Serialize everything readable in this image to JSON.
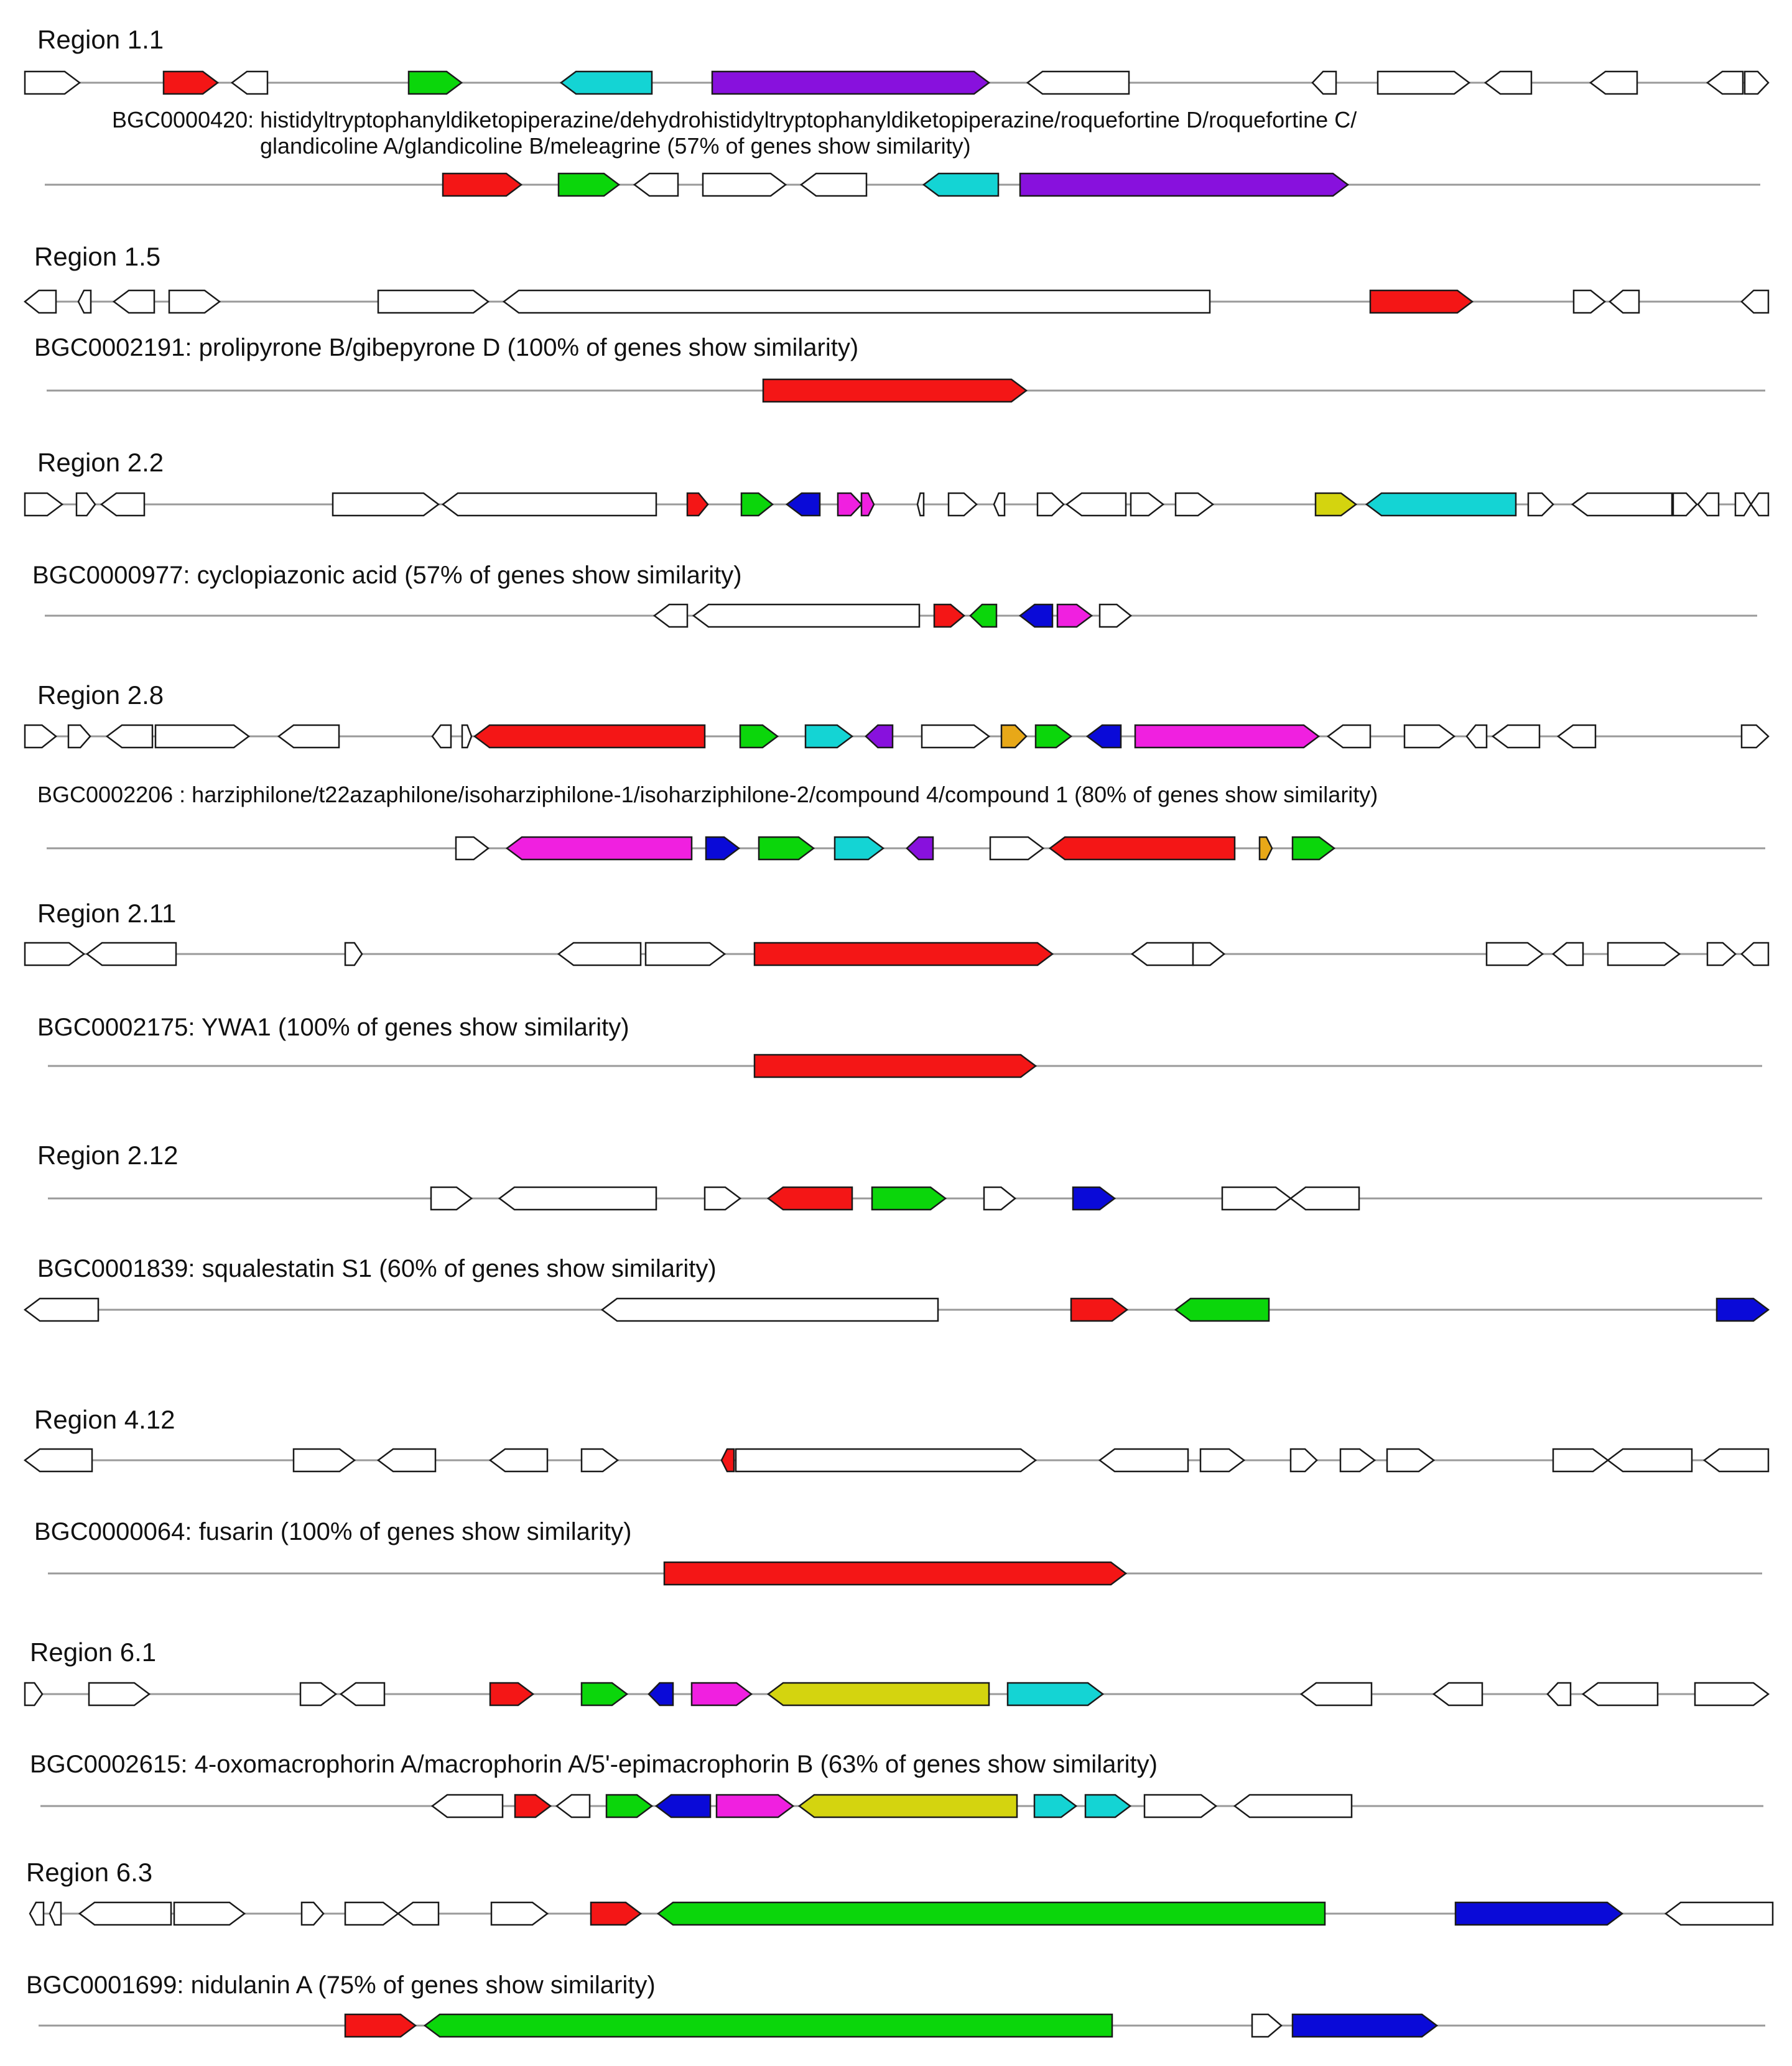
{
  "colors": {
    "red": "#f41616",
    "green": "#0bd60b",
    "cyan": "#14d4d4",
    "purple": "#8811dd",
    "blue": "#0a0ad8",
    "magenta": "#f020e0",
    "yellow": "#d4d40f",
    "orange": "#e8a818",
    "none": "#ffffff"
  },
  "tracks": [
    {
      "kind": "region",
      "label": "Region 1.1",
      "genes": [
        [
          40,
          128,
          1,
          "none"
        ],
        [
          263,
          350,
          1,
          "red"
        ],
        [
          373,
          430,
          -1,
          "none"
        ],
        [
          657,
          742,
          1,
          "green"
        ],
        [
          902,
          1048,
          -1,
          "cyan"
        ],
        [
          1145,
          1590,
          1,
          "purple"
        ],
        [
          1652,
          1815,
          -1,
          "none"
        ],
        [
          2110,
          2148,
          -1,
          "none"
        ],
        [
          2215,
          2362,
          1,
          "none"
        ],
        [
          2388,
          2462,
          -1,
          "none"
        ],
        [
          2557,
          2632,
          -1,
          "none"
        ],
        [
          2745,
          2802,
          -1,
          "none"
        ],
        [
          2805,
          2843,
          1,
          "none"
        ]
      ]
    },
    {
      "kind": "bgc",
      "labels": [
        "BGC0000420: histidyltryptophanyldiketopiperazine/dehydrohistidyltryptophanyldiketopiperazine/roquefortine D/roquefortine C/",
        "glandicoline A/glandicoline B/meleagrine (57% of genes show similarity)"
      ],
      "genes": [
        [
          712,
          838,
          1,
          "red"
        ],
        [
          898,
          995,
          1,
          "green"
        ],
        [
          1020,
          1090,
          -1,
          "none"
        ],
        [
          1130,
          1263,
          1,
          "none"
        ],
        [
          1288,
          1393,
          -1,
          "none"
        ],
        [
          1485,
          1605,
          -1,
          "cyan"
        ],
        [
          1640,
          2167,
          1,
          "purple"
        ]
      ]
    },
    {
      "kind": "region",
      "label": "Region 1.5",
      "genes": [
        [
          40,
          90,
          -1,
          "none"
        ],
        [
          126,
          146,
          -1,
          "none"
        ],
        [
          183,
          248,
          -1,
          "none"
        ],
        [
          272,
          353,
          1,
          "none"
        ],
        [
          608,
          785,
          1,
          "none"
        ],
        [
          810,
          1945,
          -1,
          "none"
        ],
        [
          2203,
          2367,
          1,
          "red"
        ],
        [
          2530,
          2580,
          1,
          "none"
        ],
        [
          2588,
          2635,
          -1,
          "none"
        ],
        [
          2800,
          2843,
          -1,
          "none"
        ]
      ]
    },
    {
      "kind": "bgc",
      "labels": [
        "BGC0002191: prolipyrone B/gibepyrone D (100% of genes show similarity)"
      ],
      "genes": [
        [
          1227,
          1650,
          1,
          "red"
        ]
      ]
    },
    {
      "kind": "region",
      "label": "Region 2.2",
      "genes": [
        [
          40,
          100,
          1,
          "none"
        ],
        [
          123,
          153,
          1,
          "none"
        ],
        [
          163,
          232,
          -1,
          "none"
        ],
        [
          535,
          705,
          1,
          "none"
        ],
        [
          712,
          1055,
          -1,
          "none"
        ],
        [
          1105,
          1138,
          1,
          "red"
        ],
        [
          1192,
          1242,
          1,
          "green"
        ],
        [
          1265,
          1318,
          -1,
          "blue"
        ],
        [
          1347,
          1385,
          1,
          "magenta"
        ],
        [
          1385,
          1405,
          1,
          "magenta"
        ],
        [
          1475,
          1485,
          -1,
          "none"
        ],
        [
          1525,
          1570,
          1,
          "none"
        ],
        [
          1598,
          1615,
          -1,
          "none"
        ],
        [
          1668,
          1710,
          1,
          "none"
        ],
        [
          1715,
          1810,
          -1,
          "none"
        ],
        [
          1818,
          1870,
          1,
          "none"
        ],
        [
          1890,
          1950,
          1,
          "none"
        ],
        [
          2115,
          2180,
          1,
          "yellow"
        ],
        [
          2197,
          2437,
          -1,
          "cyan"
        ],
        [
          2457,
          2497,
          1,
          "none"
        ],
        [
          2528,
          2688,
          -1,
          "none"
        ],
        [
          2690,
          2728,
          1,
          "none"
        ],
        [
          2730,
          2763,
          -1,
          "none"
        ],
        [
          2790,
          2815,
          1,
          "none"
        ],
        [
          2815,
          2843,
          -1,
          "none"
        ]
      ]
    },
    {
      "kind": "bgc",
      "labels": [
        "BGC0000977: cyclopiazonic acid (57% of genes show similarity)"
      ],
      "genes": [
        [
          1052,
          1105,
          -1,
          "none"
        ],
        [
          1115,
          1478,
          -1,
          "none"
        ],
        [
          1502,
          1550,
          1,
          "red"
        ],
        [
          1560,
          1602,
          -1,
          "green"
        ],
        [
          1640,
          1692,
          -1,
          "blue"
        ],
        [
          1700,
          1755,
          1,
          "magenta"
        ],
        [
          1768,
          1818,
          1,
          "none"
        ]
      ]
    },
    {
      "kind": "region",
      "label": "Region 2.8",
      "genes": [
        [
          40,
          90,
          1,
          "none"
        ],
        [
          110,
          145,
          1,
          "none"
        ],
        [
          172,
          245,
          -1,
          "none"
        ],
        [
          250,
          400,
          1,
          "none"
        ],
        [
          448,
          545,
          -1,
          "none"
        ],
        [
          695,
          725,
          -1,
          "none"
        ],
        [
          743,
          758,
          1,
          "none"
        ],
        [
          763,
          1133,
          -1,
          "red"
        ],
        [
          1190,
          1250,
          1,
          "green"
        ],
        [
          1295,
          1370,
          1,
          "cyan"
        ],
        [
          1392,
          1435,
          -1,
          "purple"
        ],
        [
          1482,
          1590,
          1,
          "none"
        ],
        [
          1610,
          1650,
          1,
          "orange"
        ],
        [
          1665,
          1722,
          1,
          "green"
        ],
        [
          1748,
          1802,
          -1,
          "blue"
        ],
        [
          1825,
          2120,
          1,
          "magenta"
        ],
        [
          2135,
          2203,
          -1,
          "none"
        ],
        [
          2258,
          2338,
          1,
          "none"
        ],
        [
          2358,
          2390,
          -1,
          "none"
        ],
        [
          2400,
          2475,
          -1,
          "none"
        ],
        [
          2505,
          2565,
          -1,
          "none"
        ],
        [
          2800,
          2843,
          1,
          "none"
        ]
      ]
    },
    {
      "kind": "bgc",
      "small": true,
      "labels": [
        "BGC0002206 : harziphilone/t22azaphilone/isoharziphilone-1/isoharziphilone-2/compound 4/compound 1 (80% of genes show similarity)"
      ],
      "genes": [
        [
          733,
          785,
          1,
          "none"
        ],
        [
          815,
          1112,
          -1,
          "magenta"
        ],
        [
          1135,
          1188,
          1,
          "blue"
        ],
        [
          1220,
          1308,
          1,
          "green"
        ],
        [
          1342,
          1420,
          1,
          "cyan"
        ],
        [
          1458,
          1500,
          -1,
          "purple"
        ],
        [
          1592,
          1677,
          1,
          "none"
        ],
        [
          1688,
          1985,
          -1,
          "red"
        ],
        [
          2025,
          2045,
          1,
          "orange"
        ],
        [
          2078,
          2145,
          1,
          "green"
        ]
      ]
    },
    {
      "kind": "region",
      "label": "Region 2.11",
      "genes": [
        [
          40,
          135,
          1,
          "none"
        ],
        [
          140,
          283,
          -1,
          "none"
        ],
        [
          555,
          582,
          1,
          "none"
        ],
        [
          898,
          1030,
          -1,
          "none"
        ],
        [
          1038,
          1165,
          1,
          "none"
        ],
        [
          1213,
          1692,
          1,
          "red"
        ],
        [
          1820,
          1918,
          -1,
          "none"
        ],
        [
          1918,
          1968,
          1,
          "none"
        ],
        [
          2390,
          2480,
          1,
          "none"
        ],
        [
          2497,
          2545,
          -1,
          "none"
        ],
        [
          2585,
          2700,
          1,
          "none"
        ],
        [
          2745,
          2790,
          1,
          "none"
        ],
        [
          2800,
          2843,
          -1,
          "none"
        ]
      ]
    },
    {
      "kind": "bgc",
      "labels": [
        "BGC0002175: YWA1 (100% of genes show similarity)"
      ],
      "genes": [
        [
          1213,
          1665,
          1,
          "red"
        ]
      ]
    },
    {
      "kind": "region",
      "label": "Region 2.12",
      "genes": [
        [
          693,
          758,
          1,
          "none"
        ],
        [
          803,
          1055,
          -1,
          "none"
        ],
        [
          1133,
          1190,
          1,
          "none"
        ],
        [
          1235,
          1370,
          -1,
          "red"
        ],
        [
          1402,
          1520,
          1,
          "green"
        ],
        [
          1582,
          1632,
          1,
          "none"
        ],
        [
          1725,
          1792,
          1,
          "blue"
        ],
        [
          1965,
          2075,
          1,
          "none"
        ],
        [
          2075,
          2185,
          -1,
          "none"
        ]
      ]
    },
    {
      "kind": "bgc",
      "labels": [
        "BGC0001839: squalestatin S1 (60% of genes show similarity)"
      ],
      "genes": [
        [
          40,
          158,
          -1,
          "none"
        ],
        [
          968,
          1508,
          -1,
          "none"
        ],
        [
          1722,
          1812,
          1,
          "red"
        ],
        [
          1890,
          2040,
          -1,
          "green"
        ],
        [
          2760,
          2843,
          1,
          "blue"
        ]
      ]
    },
    {
      "kind": "region",
      "label": "Region 4.12",
      "genes": [
        [
          40,
          148,
          -1,
          "none"
        ],
        [
          472,
          570,
          1,
          "none"
        ],
        [
          608,
          700,
          -1,
          "none"
        ],
        [
          788,
          880,
          -1,
          "none"
        ],
        [
          935,
          993,
          1,
          "none"
        ],
        [
          1160,
          1180,
          -1,
          "red"
        ],
        [
          1183,
          1665,
          1,
          "none"
        ],
        [
          1768,
          1910,
          -1,
          "none"
        ],
        [
          1930,
          2000,
          1,
          "none"
        ],
        [
          2075,
          2117,
          1,
          "none"
        ],
        [
          2155,
          2210,
          1,
          "none"
        ],
        [
          2230,
          2305,
          1,
          "none"
        ],
        [
          2497,
          2585,
          1,
          "none"
        ],
        [
          2585,
          2720,
          -1,
          "none"
        ],
        [
          2740,
          2843,
          -1,
          "none"
        ]
      ]
    },
    {
      "kind": "bgc",
      "labels": [
        "BGC0000064: fusarin (100% of genes show similarity)"
      ],
      "genes": [
        [
          1068,
          1810,
          1,
          "red"
        ]
      ]
    },
    {
      "kind": "region",
      "label": "Region 6.1",
      "genes": [
        [
          40,
          68,
          1,
          "none"
        ],
        [
          143,
          240,
          1,
          "none"
        ],
        [
          483,
          540,
          1,
          "none"
        ],
        [
          548,
          618,
          -1,
          "none"
        ],
        [
          788,
          857,
          1,
          "red"
        ],
        [
          935,
          1008,
          1,
          "green"
        ],
        [
          1043,
          1082,
          -1,
          "blue"
        ],
        [
          1112,
          1208,
          1,
          "magenta"
        ],
        [
          1235,
          1590,
          -1,
          "yellow"
        ],
        [
          1620,
          1773,
          1,
          "cyan"
        ],
        [
          2092,
          2205,
          -1,
          "none"
        ],
        [
          2305,
          2383,
          -1,
          "none"
        ],
        [
          2488,
          2525,
          -1,
          "none"
        ],
        [
          2545,
          2665,
          -1,
          "none"
        ],
        [
          2725,
          2843,
          1,
          "none"
        ]
      ]
    },
    {
      "kind": "bgc",
      "labels": [
        "BGC0002615: 4-oxomacrophorin A/macrophorin A/5'-epimacrophorin B (63% of genes show similarity)"
      ],
      "genes": [
        [
          695,
          808,
          -1,
          "none"
        ],
        [
          828,
          885,
          1,
          "red"
        ],
        [
          895,
          948,
          -1,
          "none"
        ],
        [
          975,
          1048,
          1,
          "green"
        ],
        [
          1055,
          1142,
          -1,
          "blue"
        ],
        [
          1152,
          1275,
          1,
          "magenta"
        ],
        [
          1285,
          1635,
          -1,
          "yellow"
        ],
        [
          1663,
          1730,
          1,
          "cyan"
        ],
        [
          1745,
          1817,
          1,
          "cyan"
        ],
        [
          1840,
          1955,
          1,
          "none"
        ],
        [
          1985,
          2173,
          -1,
          "none"
        ]
      ]
    },
    {
      "kind": "region",
      "label": "Region 6.3",
      "genes": [
        [
          48,
          70,
          -1,
          "none"
        ],
        [
          80,
          98,
          -1,
          "none"
        ],
        [
          128,
          275,
          -1,
          "none"
        ],
        [
          280,
          393,
          1,
          "none"
        ],
        [
          485,
          520,
          1,
          "none"
        ],
        [
          555,
          640,
          1,
          "none"
        ],
        [
          640,
          705,
          -1,
          "none"
        ],
        [
          790,
          880,
          1,
          "none"
        ],
        [
          950,
          1030,
          1,
          "red"
        ],
        [
          1058,
          2130,
          -1,
          "green"
        ],
        [
          2340,
          2608,
          1,
          "blue"
        ],
        [
          2678,
          2850,
          -1,
          "none"
        ]
      ]
    },
    {
      "kind": "bgc",
      "labels": [
        "BGC0001699: nidulanin A (75% of genes show similarity)"
      ],
      "genes": [
        [
          555,
          668,
          1,
          "red"
        ],
        [
          683,
          1788,
          -1,
          "green"
        ],
        [
          2013,
          2060,
          1,
          "none"
        ],
        [
          2078,
          2310,
          1,
          "blue"
        ]
      ]
    }
  ]
}
